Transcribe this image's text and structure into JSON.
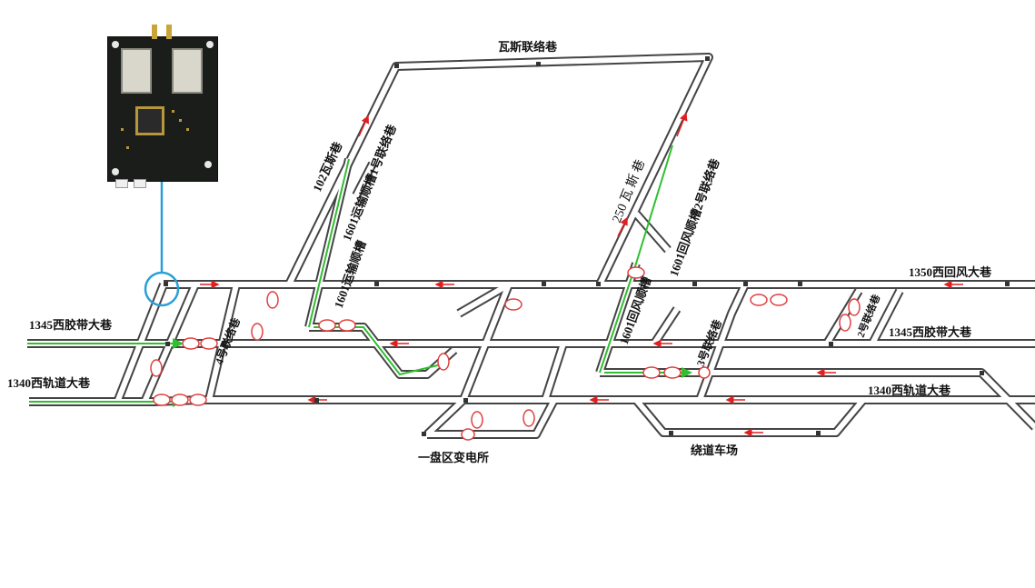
{
  "labels": {
    "gas_link": "瓦斯联络巷",
    "gas_102": "102瓦斯巷",
    "belt_link_1": "1601运输顺槽1号联络巷",
    "transport_1601": "1601运输顺槽",
    "gas_250": "250 瓦 斯 巷",
    "return_link_2": "1601回风顺槽2号联络巷",
    "return_1601": "1601回风顺槽",
    "west_return_1350": "1350西回风大巷",
    "west_belt_1345_left": "1345西胶带大巷",
    "west_belt_1345_right": "1345西胶带大巷",
    "west_rail_1340_left": "1340西轨道大巷",
    "west_rail_1340_right": "1340西轨道大巷",
    "link_4": "4号联络巷",
    "link_3": "3号联络巷",
    "link_2": "2号联络巷",
    "substation": "一盘区变电所",
    "bypass_yard": "绕道车场"
  },
  "colors": {
    "road_edge": "#444444",
    "road_fill": "#ffffff",
    "airflow_green": "#2fbf2f",
    "airflow_red": "#e02020",
    "device_outline": "#e04040",
    "callout_line": "#2a9fd6",
    "pcb": "#1b1d1a"
  },
  "callout": {
    "icon": "wireless-sensor-module-icon"
  }
}
